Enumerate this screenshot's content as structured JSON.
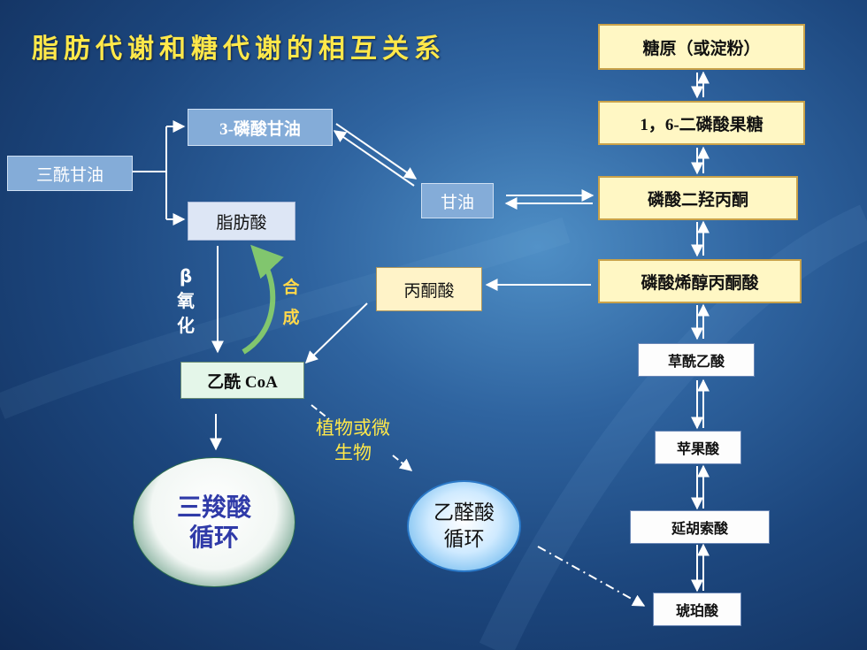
{
  "title": "脂肪代谢和糖代谢的相互关系",
  "fat": {
    "triglyceride": "三酰甘油",
    "glycerol_3_phosphate": "3-磷酸甘油",
    "fatty_acid": "脂肪酸",
    "glycerol": "甘油",
    "acetyl_coa": "乙酰 CoA",
    "pyruvate": "丙酮酸",
    "beta_oxidation_lines": [
      "β",
      "氧",
      "化"
    ],
    "synthesis_lines": [
      "合",
      "成"
    ]
  },
  "sugar_chain": [
    "糖原（或淀粉）",
    "1，6-二磷酸果糖",
    "磷酸二羟丙酮",
    "磷酸烯醇丙酮酸",
    "草酰乙酸",
    "苹果酸",
    "延胡索酸",
    "琥珀酸"
  ],
  "plant_label_lines": [
    "植物或微",
    "生物"
  ],
  "tca_cycle_lines": [
    "三羧酸",
    "循环"
  ],
  "glyoxylate_cycle_lines": [
    "乙醛酸",
    "循环"
  ],
  "colors": {
    "title": "#ffe84a",
    "highlight": "#ffd84a",
    "tca_text": "#2f3aa8",
    "background": "#1c467d"
  }
}
